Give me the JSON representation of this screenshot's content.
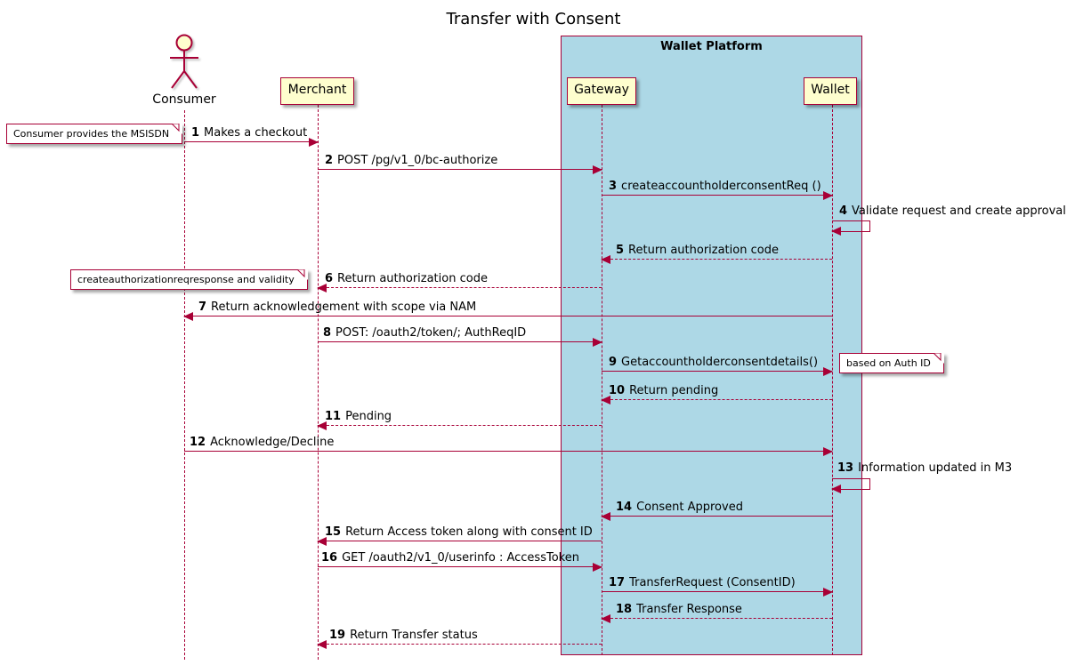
{
  "title": "Transfer with Consent",
  "colors": {
    "accent": "#A80036",
    "participant_fill": "#FEFECE",
    "platform_fill": "#ADD8E6",
    "note_fill": "#FFFFFF"
  },
  "platform_box": {
    "label": "Wallet Platform",
    "contains": [
      "Gateway",
      "Wallet"
    ]
  },
  "participants": [
    {
      "name": "Consumer",
      "type": "actor"
    },
    {
      "name": "Merchant",
      "type": "participant"
    },
    {
      "name": "Gateway",
      "type": "participant"
    },
    {
      "name": "Wallet",
      "type": "participant"
    }
  ],
  "notes": [
    {
      "text": "Consumer provides the MSISDN",
      "anchor": "left of Consumer"
    },
    {
      "text": "createauthorizationreqresponse and validity",
      "anchor": "left of Merchant"
    },
    {
      "text": "based on Auth ID",
      "anchor": "right of Wallet"
    }
  ],
  "messages": [
    {
      "num": "1",
      "text": "Makes a checkout",
      "from": "Consumer",
      "to": "Merchant",
      "style": "solid"
    },
    {
      "num": "2",
      "text": "POST /pg/v1_0/bc-authorize",
      "from": "Merchant",
      "to": "Gateway",
      "style": "solid"
    },
    {
      "num": "3",
      "text": "createaccountholderconsentReq ()",
      "from": "Gateway",
      "to": "Wallet",
      "style": "solid"
    },
    {
      "num": "4",
      "text": "Validate request and create approval",
      "from": "Wallet",
      "to": "Wallet",
      "style": "self"
    },
    {
      "num": "5",
      "text": "Return authorization code",
      "from": "Wallet",
      "to": "Gateway",
      "style": "dashed"
    },
    {
      "num": "6",
      "text": "Return authorization code",
      "from": "Gateway",
      "to": "Merchant",
      "style": "dashed"
    },
    {
      "num": "7",
      "text": "Return acknowledgement with scope via NAM",
      "from": "Wallet",
      "to": "Consumer",
      "style": "solid"
    },
    {
      "num": "8",
      "text": "POST: /oauth2/token/; AuthReqID",
      "from": "Merchant",
      "to": "Gateway",
      "style": "solid"
    },
    {
      "num": "9",
      "text": "Getaccountholderconsentdetails()",
      "from": "Gateway",
      "to": "Wallet",
      "style": "solid"
    },
    {
      "num": "10",
      "text": "Return pending",
      "from": "Wallet",
      "to": "Gateway",
      "style": "dashed"
    },
    {
      "num": "11",
      "text": "Pending",
      "from": "Gateway",
      "to": "Merchant",
      "style": "dashed"
    },
    {
      "num": "12",
      "text": "Acknowledge/Decline",
      "from": "Consumer",
      "to": "Wallet",
      "style": "solid"
    },
    {
      "num": "13",
      "text": "Information updated in M3",
      "from": "Wallet",
      "to": "Wallet",
      "style": "self"
    },
    {
      "num": "14",
      "text": "Consent Approved",
      "from": "Wallet",
      "to": "Gateway",
      "style": "solid"
    },
    {
      "num": "15",
      "text": "Return Access token along with consent ID",
      "from": "Gateway",
      "to": "Merchant",
      "style": "solid"
    },
    {
      "num": "16",
      "text": "GET /oauth2/v1_0/userinfo : AccessToken",
      "from": "Merchant",
      "to": "Gateway",
      "style": "solid"
    },
    {
      "num": "17",
      "text": "TransferRequest (ConsentID)",
      "from": "Gateway",
      "to": "Wallet",
      "style": "solid"
    },
    {
      "num": "18",
      "text": "Transfer Response",
      "from": "Wallet",
      "to": "Gateway",
      "style": "dashed"
    },
    {
      "num": "19",
      "text": "Return Transfer status",
      "from": "Gateway",
      "to": "Merchant",
      "style": "dashed"
    }
  ]
}
